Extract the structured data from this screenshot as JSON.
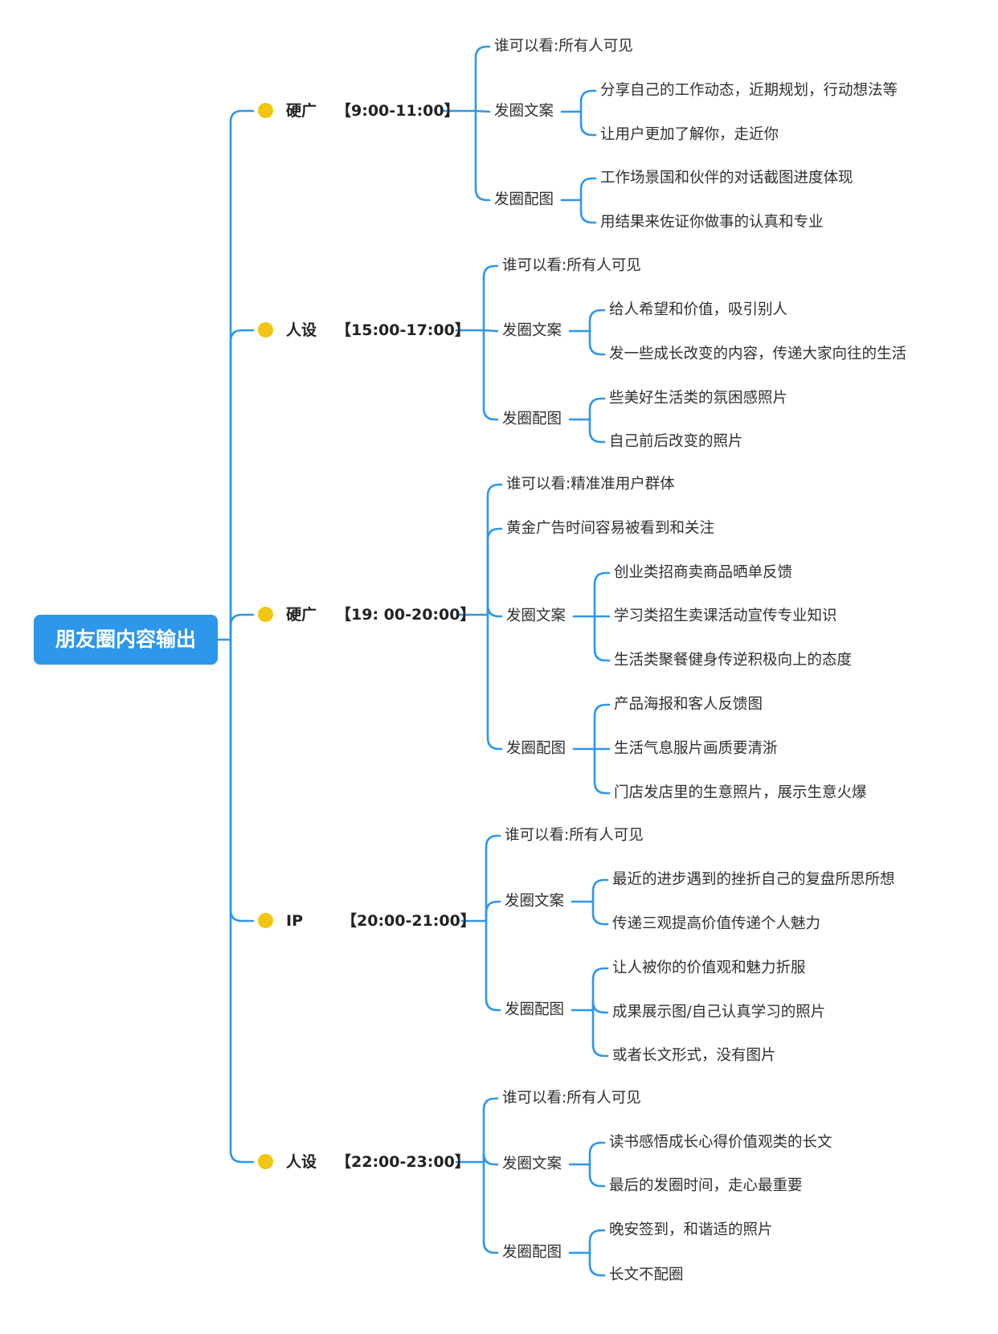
{
  "colors": {
    "connector": "#2c97eb",
    "root_bg": "#2c97eb",
    "bullet": "#f2c511"
  },
  "root": {
    "label": "朋友圈内容输出"
  },
  "branches": [
    {
      "category": "硬广",
      "time": "【9:00-11:00】",
      "children": [
        {
          "label": "谁可以看:所有人可见",
          "children": []
        },
        {
          "label": "发圈文案",
          "children": [
            "分享自己的工作动态，近期规划，行动想法等",
            "让用户更加了解你，走近你"
          ]
        },
        {
          "label": "发圈配图",
          "children": [
            "工作场景国和伙伴的对话截图进度体现",
            "用结果来佐证你做事的认真和专业"
          ]
        }
      ]
    },
    {
      "category": "人设",
      "time": "【15:00-17:00】",
      "children": [
        {
          "label": "谁可以看:所有人可见",
          "children": []
        },
        {
          "label": "发圈文案",
          "children": [
            "给人希望和价值，吸引别人",
            "发一些成长改变的内容，传递大家向往的生活"
          ]
        },
        {
          "label": "发圈配图",
          "children": [
            "些美好生活类的氛困感照片",
            "自己前后改变的照片"
          ]
        }
      ]
    },
    {
      "category": "硬广",
      "time": "【19: 00-20:00】",
      "children": [
        {
          "label": "谁可以看:精准准用户群体",
          "children": []
        },
        {
          "label": "黄金广告时间容易被看到和关注",
          "children": []
        },
        {
          "label": "发圈文案",
          "children": [
            "创业类招商卖商品晒单反馈",
            "学习类招生卖课活动宣传专业知识",
            "生活类聚餐健身传逆积极向上的态度"
          ]
        },
        {
          "label": "发圈配图",
          "children": [
            "产品海报和客人反馈图",
            "生活气息服片画质要清浙",
            "门店发店里的生意照片，展示生意火爆"
          ]
        }
      ]
    },
    {
      "category": "IP",
      "time": "【20:00-21:00】",
      "children": [
        {
          "label": "谁可以看:所有人可见",
          "children": []
        },
        {
          "label": "发圈文案",
          "children": [
            "最近的进步遇到的挫折自己的复盘所思所想",
            "传递三观提高价值传递个人魅力"
          ]
        },
        {
          "label": "发圈配图",
          "children": [
            "让人被你的价值观和魅力折服",
            "成果展示图/自己认真学习的照片",
            "或者长文形式，没有图片"
          ]
        }
      ]
    },
    {
      "category": "人设",
      "time": "【22:00-23:00】",
      "children": [
        {
          "label": "谁可以看:所有人可见",
          "children": []
        },
        {
          "label": "发圈文案",
          "children": [
            "读书感悟成长心得价值观类的长文",
            "最后的发圈时间，走心最重要"
          ]
        },
        {
          "label": "发圈配图",
          "children": [
            "晚安签到，和谐适的照片",
            "长文不配圈"
          ]
        }
      ]
    }
  ]
}
